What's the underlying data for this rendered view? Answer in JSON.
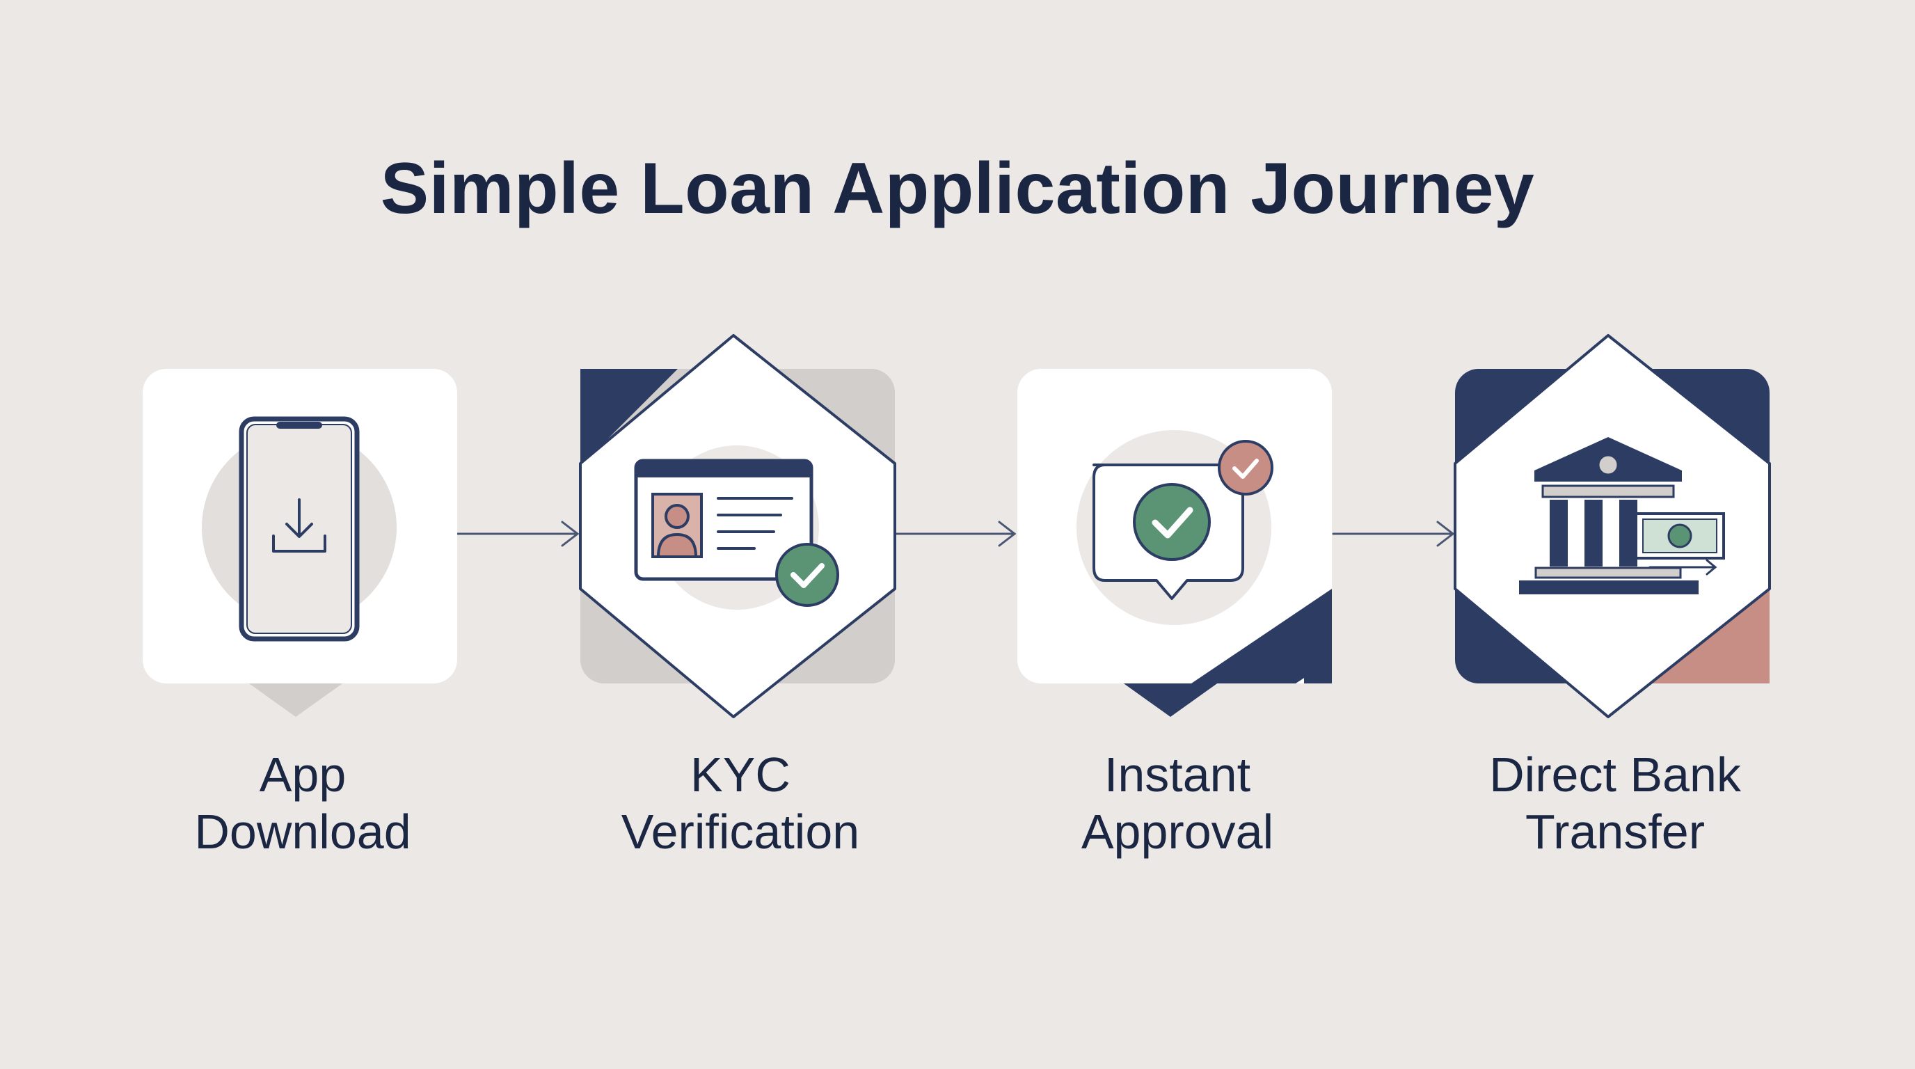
{
  "title": "Simple Loan Application Journey",
  "steps": [
    {
      "line1": "App",
      "line2": "Download",
      "icon": "smartphone-download-icon"
    },
    {
      "line1": "KYC",
      "line2": "Verification",
      "icon": "id-card-check-icon"
    },
    {
      "line1": "Instant",
      "line2": "Approval",
      "icon": "approval-message-check-icon"
    },
    {
      "line1": "Direct Bank",
      "line2": "Transfer",
      "icon": "bank-money-transfer-icon"
    }
  ],
  "colors": {
    "background": "#ebe8e5",
    "navy": "#2c3c63",
    "text": "#1b2643",
    "green": "#5a9474",
    "rose": "#c78e85",
    "card": "#ffffff",
    "shadow": "#d2cecb"
  }
}
